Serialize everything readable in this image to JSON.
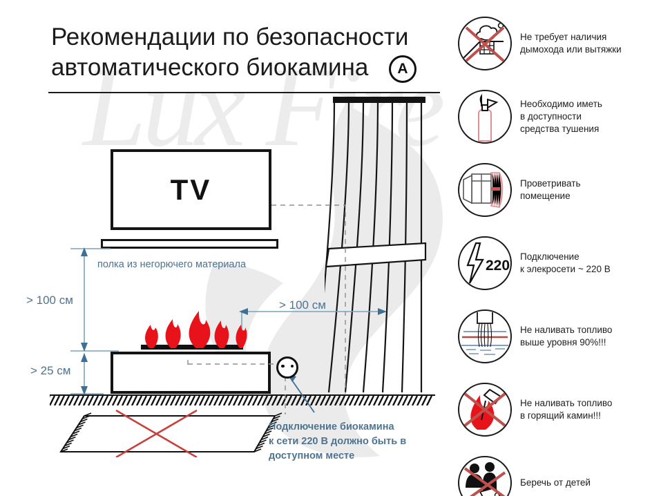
{
  "header": {
    "title_line1": "Рекомендации по безопасности",
    "title_line2": "автоматического биокамина",
    "logo_badge": "A"
  },
  "watermark": {
    "text": "Lux Fire"
  },
  "diagram": {
    "tv_label": "TV",
    "shelf_caption": "полка из негорючего материала",
    "dimension_vertical_top": "> 100 см",
    "dimension_vertical_bottom": "> 25 см",
    "dimension_horizontal": "> 100 см",
    "callout_line1": "Подключение биокамина",
    "callout_line2": "к сети 220 В должно быть в",
    "callout_line3": "доступном месте",
    "colors": {
      "annotation_blue": "#4e7490",
      "flame_red": "#e8131a",
      "outline_black": "#141414",
      "carpet_cross_red": "#c7413c"
    }
  },
  "recommendations": [
    {
      "icon": "no-chimney-icon",
      "text": "Не требует наличия\nдымохода или вытяжки"
    },
    {
      "icon": "fire-extinguisher-icon",
      "text": "Необходимо иметь\nв доступности\nсредства тушения"
    },
    {
      "icon": "ventilate-window-icon",
      "text": "Проветривать\nпомещение"
    },
    {
      "icon": "electric-220v-icon",
      "text": "Подключение\nк элекросети ~ 220 В",
      "badge": "220V"
    },
    {
      "icon": "fuel-level-icon",
      "text": "Не наливать топливо\nвыше уровня 90%!!!"
    },
    {
      "icon": "no-refuel-burning-icon",
      "text": "Не наливать топливо\nв горящий камин!!!"
    },
    {
      "icon": "keep-away-children-icon",
      "text": "Беречь от детей"
    }
  ]
}
